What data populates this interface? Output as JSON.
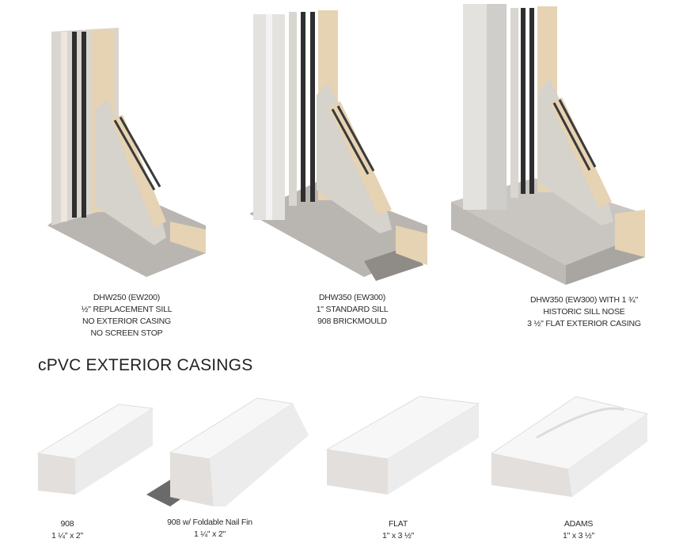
{
  "window_sections": [
    {
      "lines": [
        "DHW250 (EW200)",
        "½\" REPLACEMENT SILL",
        "NO EXTERIOR CASING",
        "NO SCREEN STOP"
      ]
    },
    {
      "lines": [
        "DHW350 (EW300)",
        "1\" STANDARD SILL",
        "908 BRICKMOULD"
      ]
    },
    {
      "lines": [
        "DHW350 (EW300) WITH 1 ¾\"",
        "HISTORIC SILL NOSE",
        "3 ½\" FLAT EXTERIOR CASING"
      ]
    }
  ],
  "casings_heading": "cPVC EXTERIOR CASINGS",
  "casings": [
    {
      "name": "908",
      "size": "1 ¼\" x 2\""
    },
    {
      "name": "908 w/ Foldable Nail Fin",
      "size": "1 ¼\" x 2\""
    },
    {
      "name": "FLAT",
      "size": "1\" x 3 ½\""
    },
    {
      "name": "ADAMS",
      "size": "1\" x 3 ½\""
    }
  ],
  "colors": {
    "wood": "#e6d3b3",
    "vinyl": "#d9d5d0",
    "sill": "#b9b6b2",
    "casing": "#f6f6f6",
    "glass": "#3a3a3a"
  }
}
